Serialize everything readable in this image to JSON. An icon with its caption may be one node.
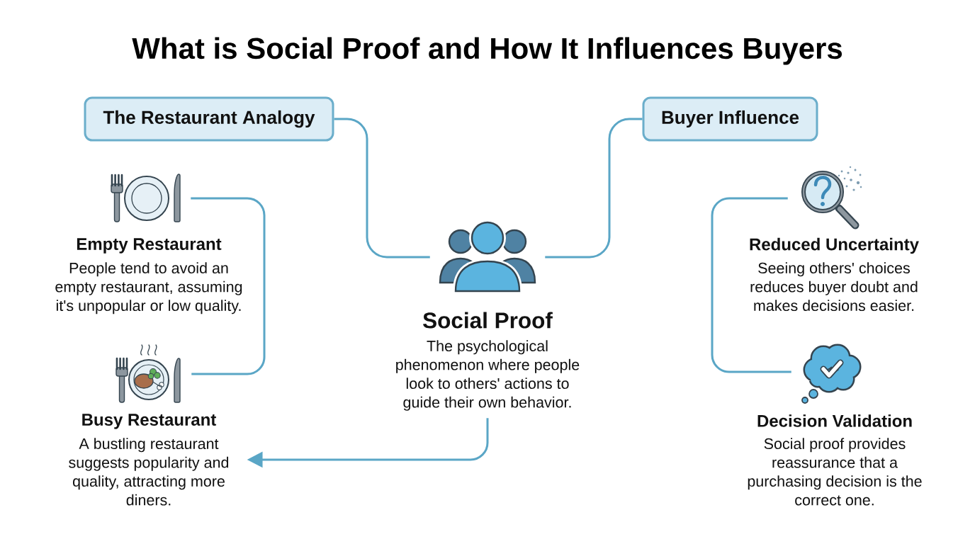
{
  "diagram": {
    "title": "What is Social Proof and How It Influences Buyers",
    "nodes": [
      {
        "text": [
          "The Restaurant Analogy"
        ]
      },
      {
        "text": [
          "Buyer Influence"
        ]
      },
      {
        "text": [],
        "shape": "picture"
      },
      {
        "text": [
          "Empty Restaurant",
          "People tend to avoid an empty restaurant, assuming it's unpopular or low quality."
        ]
      },
      {
        "text": [],
        "shape": "picture"
      },
      {
        "text": [
          "Busy Restaurant",
          "A bustling restaurant suggests popularity and quality, attracting more diners."
        ]
      },
      {
        "text": [],
        "shape": "picture"
      },
      {
        "text": [
          "Social Proof",
          "The psychological phenomenon where people look to others' actions to guide their own behavior."
        ]
      },
      {
        "text": [],
        "shape": "picture"
      },
      {
        "text": [
          "Reduced Uncertainty",
          "Seeing others' choices reduces buyer doubt and makes decisions easier."
        ]
      },
      {
        "text": [],
        "shape": "picture"
      },
      {
        "text": [
          "Decision Validation",
          "Social proof provides reassurance that a purchasing decision is the correct one."
        ]
      }
    ],
    "edges": [
      {
        "from": 0,
        "to": 6,
        "arrow": "none"
      },
      {
        "from": 1,
        "to": 6,
        "arrow": "none"
      },
      {
        "from": 2,
        "to": 4,
        "arrow": "none"
      },
      {
        "from": 8,
        "to": 10,
        "arrow": "none"
      },
      {
        "from": 7,
        "to": 5,
        "arrow": "to"
      }
    ]
  }
}
